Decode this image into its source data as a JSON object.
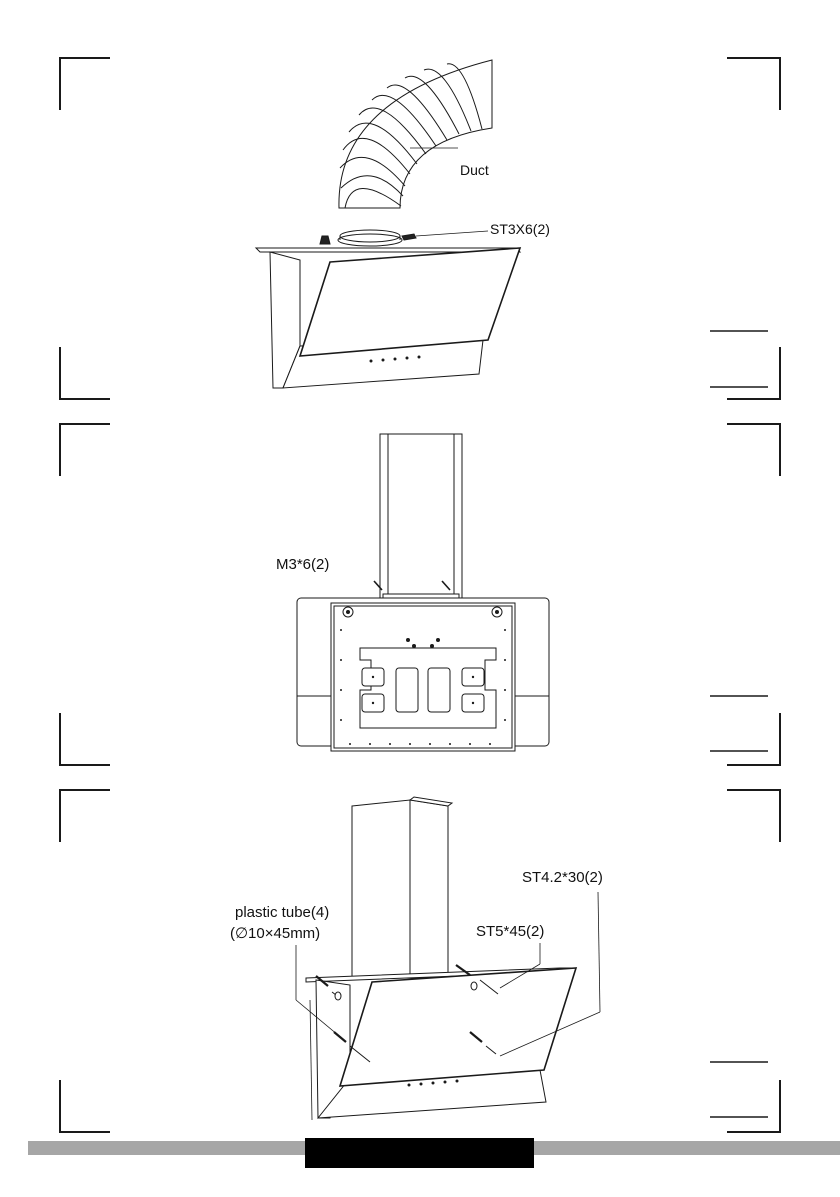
{
  "panels": [
    {
      "id": "step-duct",
      "labels": {
        "duct": "Duct",
        "screw": "ST3X6(2)"
      }
    },
    {
      "id": "step-chimney",
      "labels": {
        "screw": "M3*6(2)"
      }
    },
    {
      "id": "step-wall-mount",
      "labels": {
        "plastic_tube": "plastic tube(4)",
        "plastic_tube_size": "(∅10×45mm)",
        "screw_long": "ST4.2*30(2)",
        "screw_short": "ST5*45(2)"
      }
    }
  ],
  "colors": {
    "line": "#1a1a1a",
    "footer_gray": "#a6a6a6",
    "footer_black": "#000000"
  }
}
